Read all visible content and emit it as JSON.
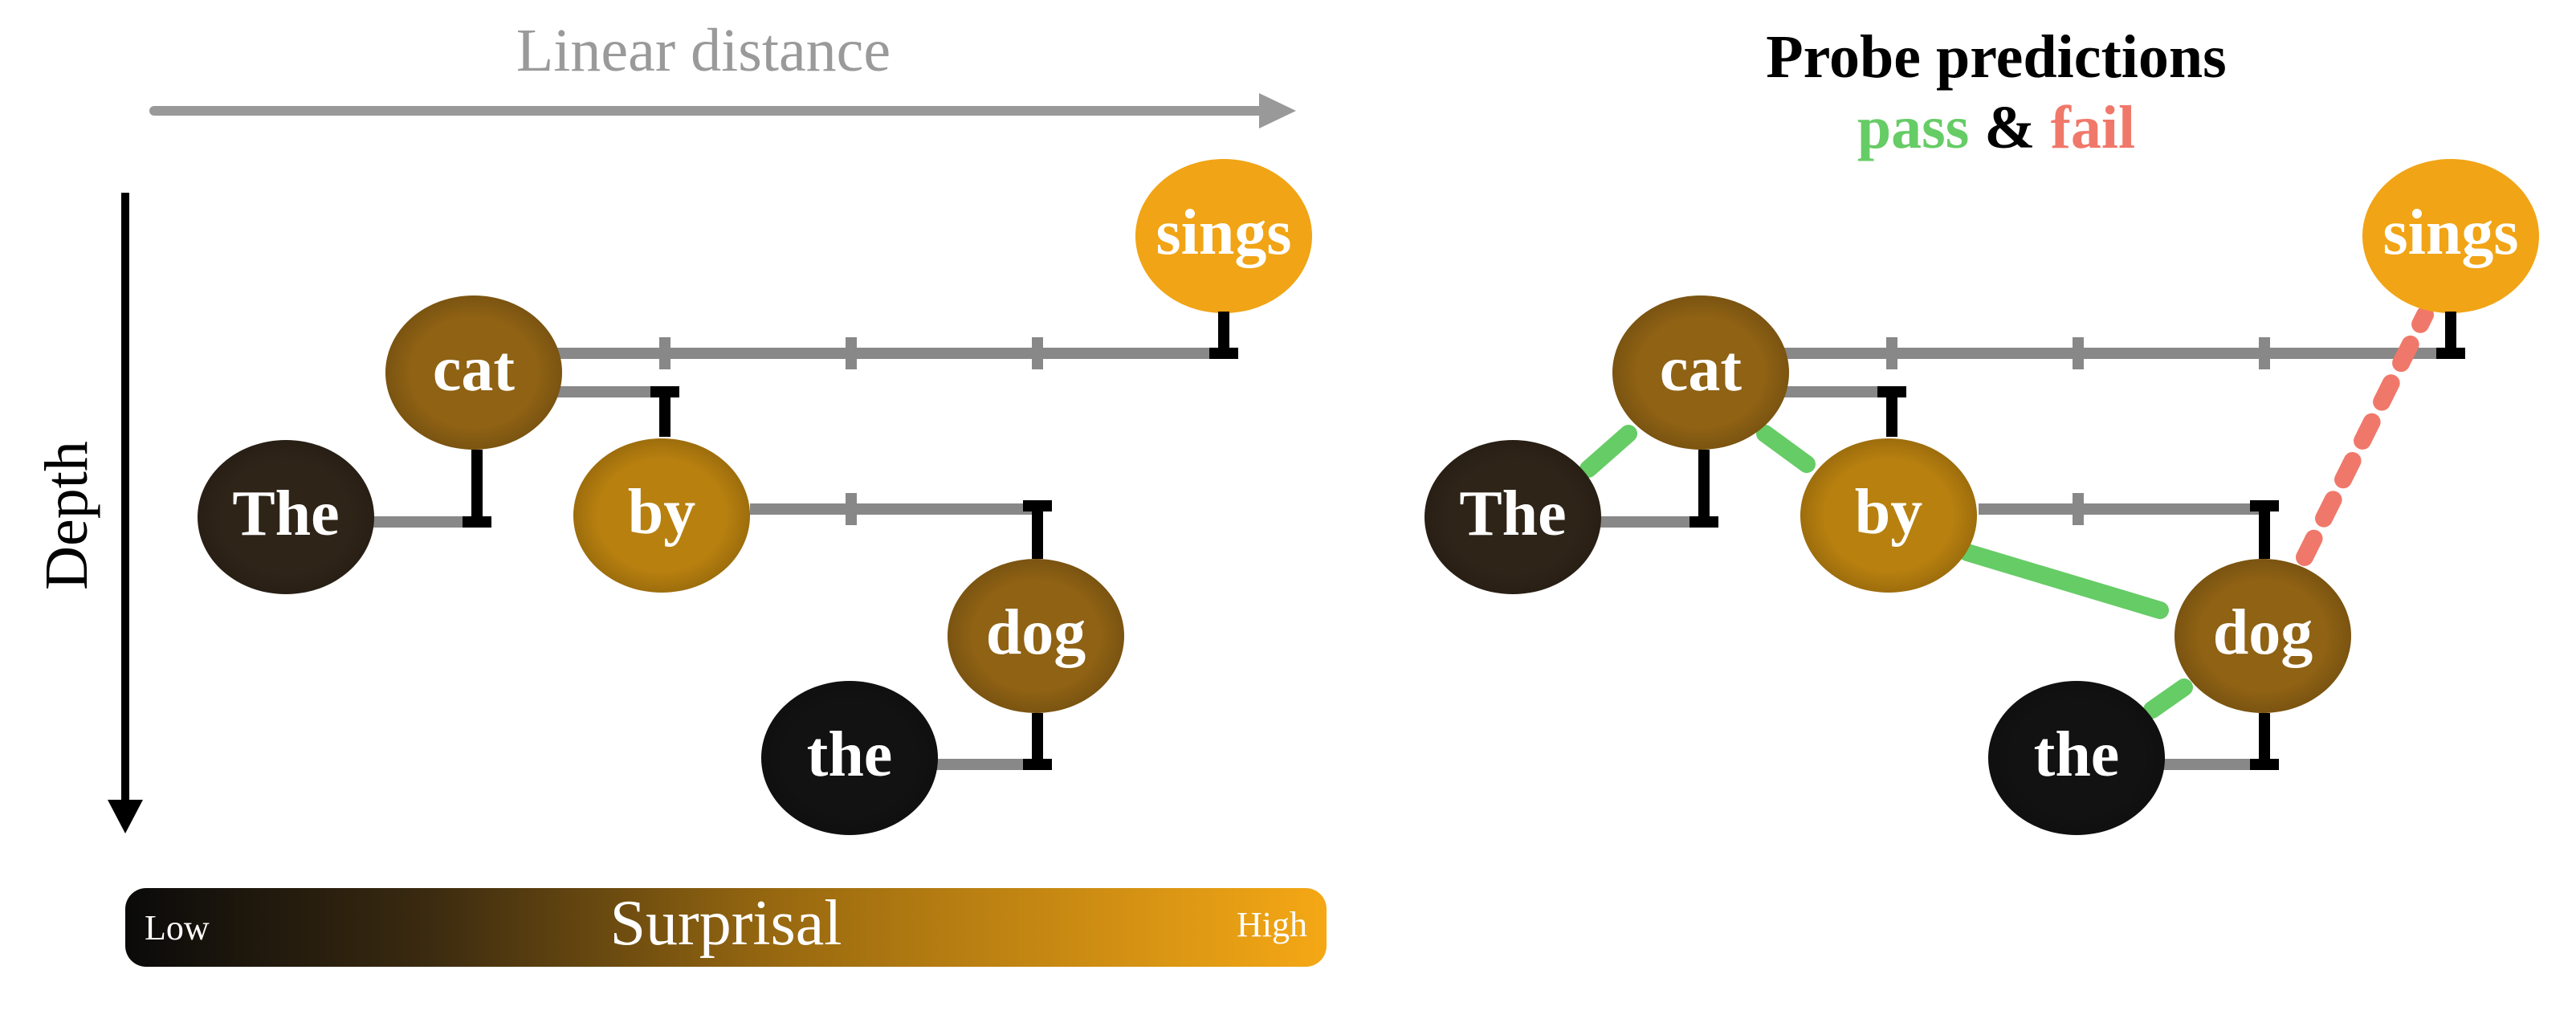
{
  "left_panel": {
    "top_axis_label": "Linear distance",
    "side_axis_label": "Depth",
    "colorbar": {
      "title": "Surprisal",
      "low_label": "Low",
      "high_label": "High"
    }
  },
  "right_panel": {
    "title": "Probe predictions",
    "legend": {
      "pass": "pass",
      "amp": "&",
      "fail": "fail"
    }
  },
  "words": {
    "w1": "The",
    "w2": "cat",
    "w3": "by",
    "w4": "the",
    "w5": "dog",
    "w6": "sings"
  },
  "surprisal_colors": {
    "w1": "#2f2418",
    "w2": "#8f6214",
    "w3": "#b8800f",
    "w4": "#121212",
    "w5": "#8f6214",
    "w6": "#f1a415"
  },
  "probe_edges": [
    {
      "from": "w1",
      "to": "w2",
      "result": "pass"
    },
    {
      "from": "w2",
      "to": "w3",
      "result": "pass"
    },
    {
      "from": "w3",
      "to": "w5",
      "result": "pass"
    },
    {
      "from": "w4",
      "to": "w5",
      "result": "pass"
    },
    {
      "from": "w5",
      "to": "w6",
      "result": "fail"
    }
  ],
  "colors": {
    "pass": "#66cc66",
    "fail": "#f0786a",
    "connector": "#888888",
    "axis_arrow": "#999999",
    "depth_arrow": "#000000"
  }
}
